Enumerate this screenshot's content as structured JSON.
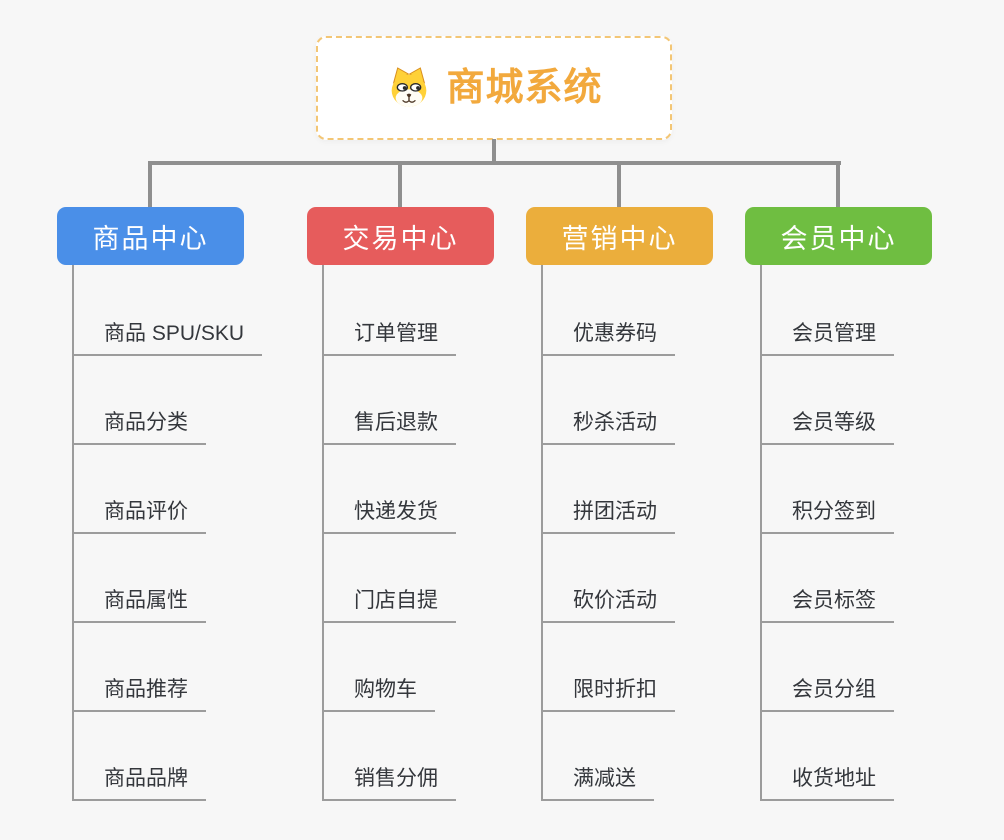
{
  "root": {
    "title": "商城系统",
    "icon": "dog-face-icon"
  },
  "style": {
    "background": "#f7f7f7",
    "root_border": "#f3c675",
    "root_title_color": "#f2a93d",
    "connector_color": "#8f8f8f",
    "child_line_color": "#9c9c9c",
    "child_text_color": "#34373c"
  },
  "branches": [
    {
      "label": "商品中心",
      "color": "#4a8fe8",
      "items": [
        "商品 SPU/SKU",
        "商品分类",
        "商品评价",
        "商品属性",
        "商品推荐",
        "商品品牌"
      ]
    },
    {
      "label": "交易中心",
      "color": "#e65c5c",
      "items": [
        "订单管理",
        "售后退款",
        "快递发货",
        "门店自提",
        "购物车",
        "销售分佣"
      ]
    },
    {
      "label": "营销中心",
      "color": "#ebae3c",
      "items": [
        "优惠券码",
        "秒杀活动",
        "拼团活动",
        "砍价活动",
        "限时折扣",
        "满减送"
      ]
    },
    {
      "label": "会员中心",
      "color": "#6fbe41",
      "items": [
        "会员管理",
        "会员等级",
        "积分签到",
        "会员标签",
        "会员分组",
        "收货地址"
      ]
    }
  ]
}
